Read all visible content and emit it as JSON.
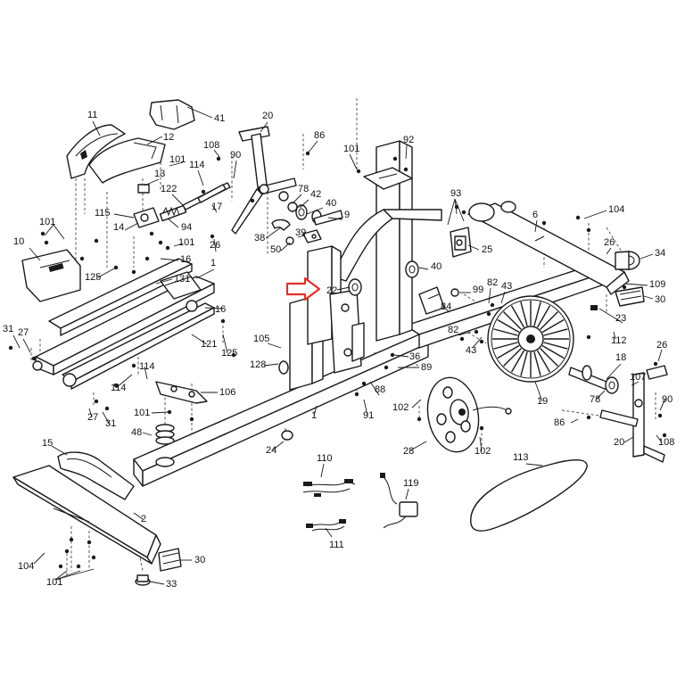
{
  "callouts": [
    {
      "id": "c11",
      "text": "11"
    },
    {
      "id": "c41",
      "text": "41"
    },
    {
      "id": "c20a",
      "text": "20"
    },
    {
      "id": "c12",
      "text": "12"
    },
    {
      "id": "c108a",
      "text": "108"
    },
    {
      "id": "c86a",
      "text": "86"
    },
    {
      "id": "c101a",
      "text": "101"
    },
    {
      "id": "c92",
      "text": "92"
    },
    {
      "id": "c101b",
      "text": "101"
    },
    {
      "id": "c114a",
      "text": "114"
    },
    {
      "id": "c90a",
      "text": "90"
    },
    {
      "id": "c13",
      "text": "13"
    },
    {
      "id": "c122",
      "text": "122"
    },
    {
      "id": "c78a",
      "text": "78"
    },
    {
      "id": "c42",
      "text": "42"
    },
    {
      "id": "c40a",
      "text": "40"
    },
    {
      "id": "c17",
      "text": "17"
    },
    {
      "id": "c93",
      "text": "93"
    },
    {
      "id": "c115",
      "text": "115"
    },
    {
      "id": "c9",
      "text": "9"
    },
    {
      "id": "c6",
      "text": "6"
    },
    {
      "id": "c104a",
      "text": "104"
    },
    {
      "id": "c101c",
      "text": "101"
    },
    {
      "id": "c14",
      "text": "14"
    },
    {
      "id": "c94",
      "text": "94"
    },
    {
      "id": "c38",
      "text": "38"
    },
    {
      "id": "c39",
      "text": "39"
    },
    {
      "id": "c50",
      "text": "50"
    },
    {
      "id": "c26a",
      "text": "26"
    },
    {
      "id": "c101d",
      "text": "101"
    },
    {
      "id": "c10",
      "text": "10"
    },
    {
      "id": "c25",
      "text": "25"
    },
    {
      "id": "c26b",
      "text": "26"
    },
    {
      "id": "c34",
      "text": "34"
    },
    {
      "id": "c16a",
      "text": "16"
    },
    {
      "id": "c1a",
      "text": "1"
    },
    {
      "id": "c40b",
      "text": "40"
    },
    {
      "id": "c125a",
      "text": "125"
    },
    {
      "id": "c131",
      "text": "131"
    },
    {
      "id": "c22",
      "text": "22"
    },
    {
      "id": "c99",
      "text": "99"
    },
    {
      "id": "c82a",
      "text": "82"
    },
    {
      "id": "c43a",
      "text": "43"
    },
    {
      "id": "c109",
      "text": "109"
    },
    {
      "id": "c30a",
      "text": "30"
    },
    {
      "id": "c84",
      "text": "84"
    },
    {
      "id": "c16b",
      "text": "16"
    },
    {
      "id": "c23",
      "text": "23"
    },
    {
      "id": "c31a",
      "text": "31"
    },
    {
      "id": "c27a",
      "text": "27"
    },
    {
      "id": "c82b",
      "text": "82"
    },
    {
      "id": "c105",
      "text": "105"
    },
    {
      "id": "c121",
      "text": "121"
    },
    {
      "id": "c112",
      "text": "112"
    },
    {
      "id": "c125b",
      "text": "125"
    },
    {
      "id": "c43b",
      "text": "43"
    },
    {
      "id": "c26c",
      "text": "26"
    },
    {
      "id": "c36",
      "text": "36"
    },
    {
      "id": "c18",
      "text": "18"
    },
    {
      "id": "c128",
      "text": "128"
    },
    {
      "id": "c89",
      "text": "89"
    },
    {
      "id": "c114b",
      "text": "114"
    },
    {
      "id": "c114c",
      "text": "114"
    },
    {
      "id": "c106",
      "text": "106"
    },
    {
      "id": "c88",
      "text": "88"
    },
    {
      "id": "c107",
      "text": "107"
    },
    {
      "id": "c78b",
      "text": "78"
    },
    {
      "id": "c90b",
      "text": "90"
    },
    {
      "id": "c19",
      "text": "19"
    },
    {
      "id": "c102a",
      "text": "102"
    },
    {
      "id": "c91",
      "text": "91"
    },
    {
      "id": "c1b",
      "text": "1"
    },
    {
      "id": "c27b",
      "text": "27"
    },
    {
      "id": "c31b",
      "text": "31"
    },
    {
      "id": "c101e",
      "text": "101"
    },
    {
      "id": "c86b",
      "text": "86"
    },
    {
      "id": "c48",
      "text": "48"
    },
    {
      "id": "c20b",
      "text": "20"
    },
    {
      "id": "c108b",
      "text": "108"
    },
    {
      "id": "c28",
      "text": "28"
    },
    {
      "id": "c102b",
      "text": "102"
    },
    {
      "id": "c15",
      "text": "15"
    },
    {
      "id": "c24",
      "text": "24"
    },
    {
      "id": "c110",
      "text": "110"
    },
    {
      "id": "c113",
      "text": "113"
    },
    {
      "id": "c119",
      "text": "119"
    },
    {
      "id": "c2",
      "text": "2"
    },
    {
      "id": "c111",
      "text": "111"
    },
    {
      "id": "c104b",
      "text": "104"
    },
    {
      "id": "c30b",
      "text": "30"
    },
    {
      "id": "c101f",
      "text": "101"
    },
    {
      "id": "c33",
      "text": "33"
    }
  ],
  "highlight": {
    "part": "22",
    "arrow_color": "#e0302a"
  },
  "colors": {
    "line": "#1a1a1a",
    "background": "#ffffff",
    "arrow": "#e0302a"
  }
}
